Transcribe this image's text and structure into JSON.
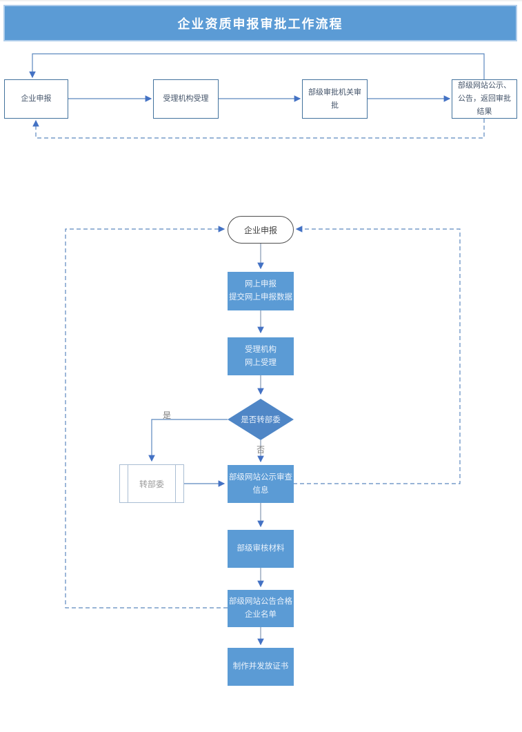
{
  "title": "企业资质申报审批工作流程",
  "overview_flow": {
    "nodes": [
      {
        "label": "企业申报"
      },
      {
        "label": "受理机构受理"
      },
      {
        "label": "部级审批机关审批"
      },
      {
        "label": "部级网站公示、公告，返回审批结果"
      }
    ]
  },
  "detail_flow": {
    "start_label": "企业申报",
    "online_apply": "网上申报\n提交网上申报数据",
    "online_accept": "受理机构\n网上受理",
    "decision": "是否转部委",
    "yes_label": "是",
    "no_label": "否",
    "transfer": "转部委",
    "publicity_review": "部级网站公示审查\n信息",
    "ministry_review": "部级审核材料",
    "announce_qualified": "部级网站公告合格\n企业名单",
    "issue_certificate": "制作并发放证书"
  },
  "colors": {
    "banner": "#5B9BD5",
    "node_fill": "#5B9BD5",
    "decision_fill": "#4F86C6",
    "outline": "#41719C",
    "connector_gray": "#8496B0",
    "connector_blue": "#5B87BE",
    "arrow": "#4472C4",
    "text_dark": "#44546A",
    "text_light": "#EAF2FB"
  }
}
